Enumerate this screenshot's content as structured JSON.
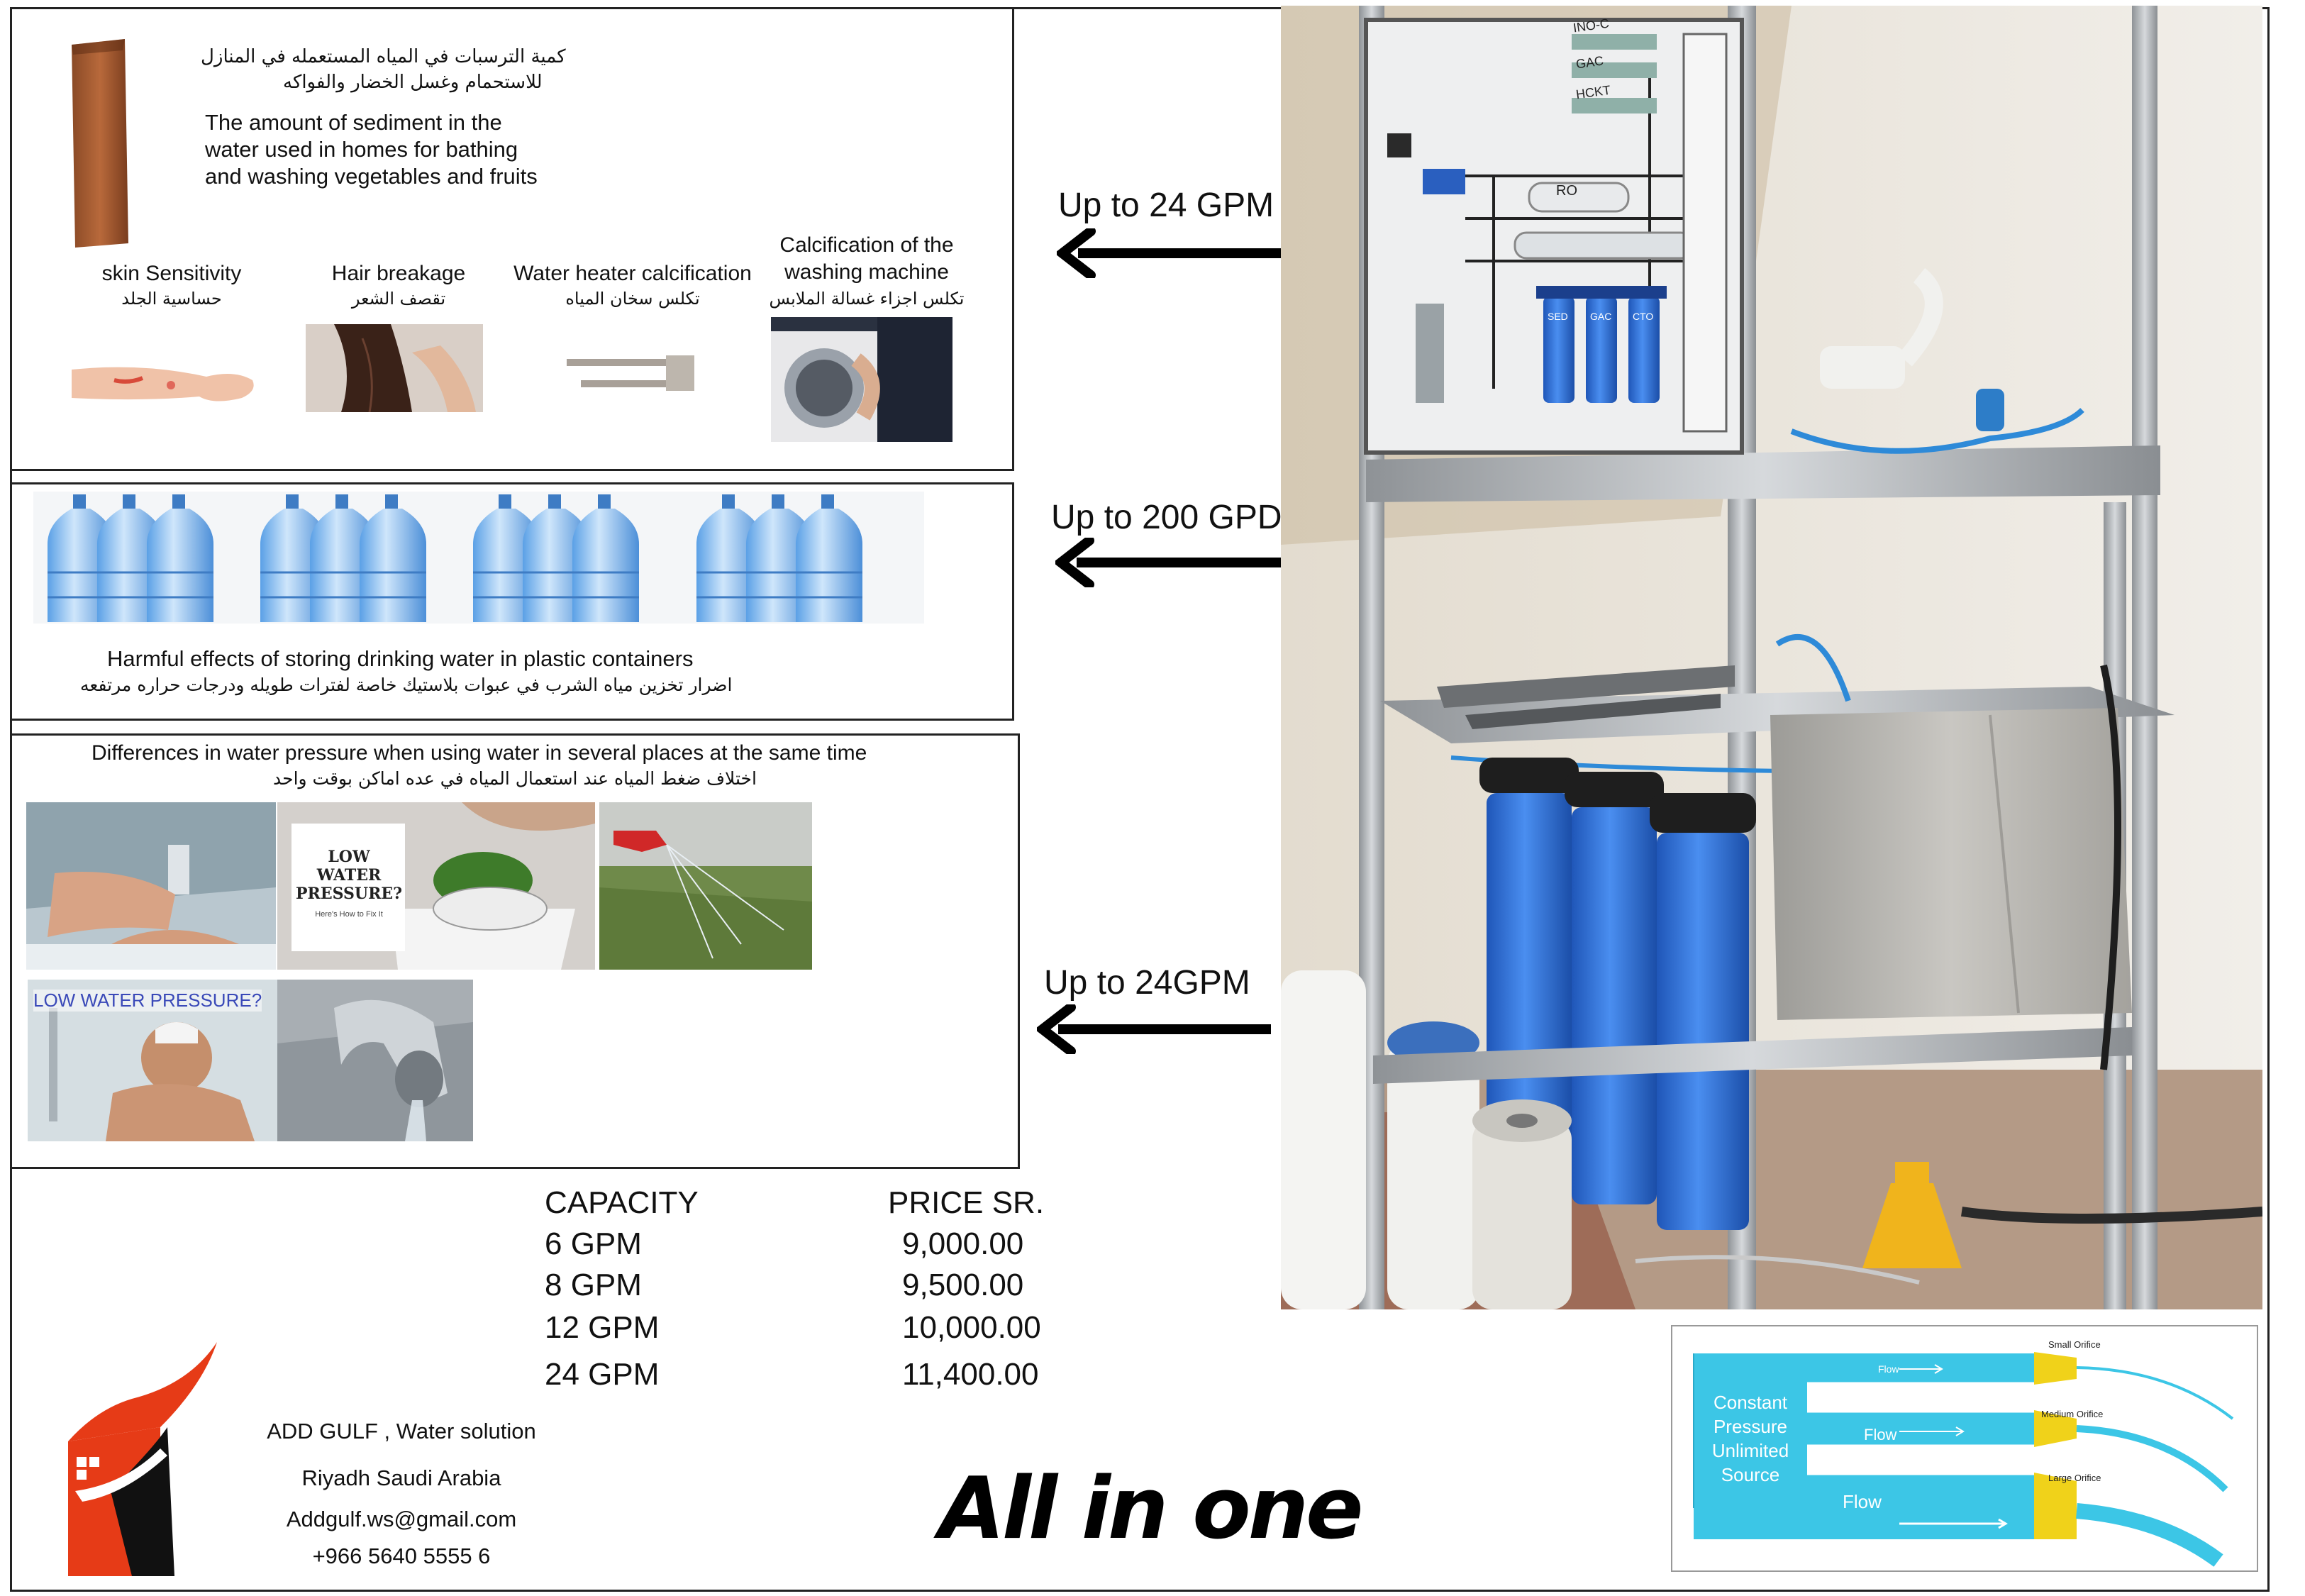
{
  "panel_sediment": {
    "arabic_title_1": "كمية الترسبات في المياه المستعمله في المنازل",
    "arabic_title_2": "للاستحمام وغسل الخضار والفواكه",
    "english_title_1": "The amount of sediment in the",
    "english_title_2": "water used in homes for bathing",
    "english_title_3": "and washing vegetables and fruits",
    "items": [
      {
        "label": "skin Sensitivity",
        "arabic": "حساسية الجلد"
      },
      {
        "label": "Hair breakage",
        "arabic": "تقصف الشعر"
      },
      {
        "label": "Water heater calcification",
        "arabic": "تكلس سخان المياه"
      },
      {
        "label": "Calcification of the",
        "label2": "washing machine",
        "arabic": "تكلس اجزاء غسالة الملابس"
      }
    ]
  },
  "panel_bottles": {
    "caption_en": "Harmful effects of storing drinking water in plastic containers",
    "caption_ar": "اضرار تخزين مياه الشرب في عبوات بلاستيك خاصة لفترات طويله ودرجات حراره مرتفعه"
  },
  "panel_pressure": {
    "caption_en": "Differences in water pressure when using water in several places at the same time",
    "caption_ar": "اختلاف ضغط المياه عند استعمال المياه في عده اماكن بوقت واحد",
    "sign_text": "LOW WATER PRESSURE?",
    "sign_sub": "Here's How to Fix It",
    "banner_text": "LOW WATER PRESSURE?"
  },
  "arrows": [
    {
      "label": "Up to 24 GPM"
    },
    {
      "label": "Up to 200 GPD"
    },
    {
      "label": "Up to 24GPM"
    }
  ],
  "price_table": {
    "col1_header": "CAPACITY",
    "col2_header": "PRICE SR.",
    "rows": [
      {
        "capacity": "6 GPM",
        "price": "9,000.00"
      },
      {
        "capacity": "8 GPM",
        "price": "9,500.00"
      },
      {
        "capacity": "12 GPM",
        "price": "10,000.00"
      },
      {
        "capacity": "24 GPM",
        "price": "11,400.00"
      }
    ]
  },
  "company": {
    "name": "ADD GULF , Water solution",
    "city": "Riyadh Saudi Arabia",
    "email": "Addgulf.ws@gmail.com",
    "phone": "+966 5640 5555 6"
  },
  "slogan": "All in one",
  "diagram": {
    "source_line1": "Constant",
    "source_line2": "Pressure",
    "source_line3": "Unlimited",
    "source_line4": "Source",
    "flow": "Flow",
    "small": "Small Orifice",
    "medium": "Medium Orifice",
    "large": "Large Orifice"
  },
  "machine_panel": {
    "label_a": "RO",
    "label_b": "SED",
    "label_c": "GAC",
    "label_d": "CTO",
    "side_1": "INO-C",
    "side_2": "GAC",
    "side_3": "HCKT"
  },
  "colors": {
    "blue_filter": "#2f6fd6",
    "steel": "#b9bcbf",
    "logo_red": "#e63b17",
    "diagram_cyan": "#3cc6e6",
    "nozzle_yellow": "#f0d21a",
    "label_blue": "#3a49b8"
  }
}
